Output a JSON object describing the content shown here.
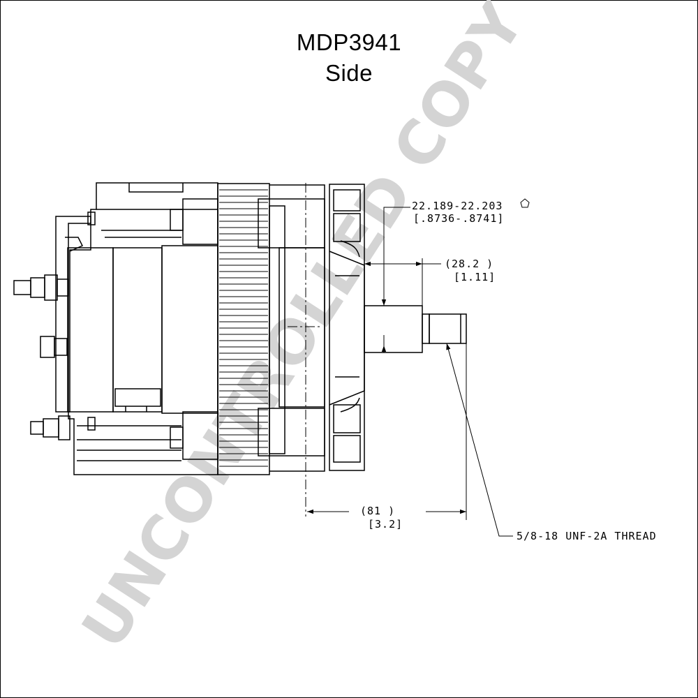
{
  "title": "MDP3941",
  "subtitle": "Side",
  "watermark": "UNCONTROLLED COPY",
  "dimensions": {
    "shaft_dia_mm": "22.189-22.203",
    "shaft_dia_in": "[.8736-.8741]",
    "offset_mm": "(28.2  )",
    "offset_in": "[1.11]",
    "length_mm": "(81    )",
    "length_in": "[3.2]",
    "thread": "5/8-18 UNF-2A THREAD"
  },
  "colors": {
    "line": "#000000",
    "watermark": "#d4d4d4"
  },
  "icons": {
    "shaft_marker": "pentagon-icon"
  }
}
